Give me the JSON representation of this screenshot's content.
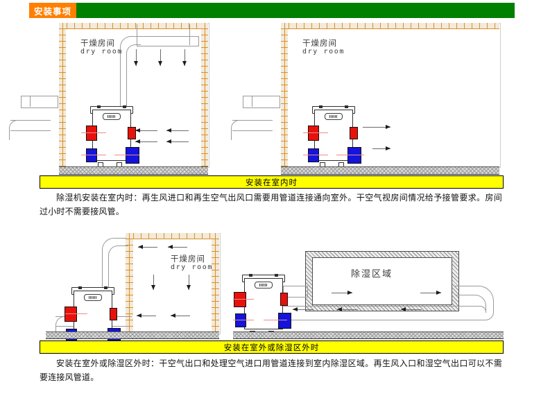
{
  "header": {
    "tab_label": "安装事项",
    "accent_orange": "#ff7f00",
    "accent_green": "#008000"
  },
  "sections": [
    {
      "id": "indoor",
      "caption_bar": "安装在室内时",
      "body_text": "除湿机安装在室内时：再生风进口和再生空气出风口需要用管道连接通向室外。干空气视房间情况给予接管要求。房间过小时不需要接风管。",
      "diagrams": [
        {
          "id": "indoor-ducted",
          "room_label_cn": "干燥房间",
          "room_label_en": "dry room",
          "has_ceiling_duct": true
        },
        {
          "id": "indoor-no-duct",
          "room_label_cn": "干燥房间",
          "room_label_en": "dry room",
          "has_ceiling_duct": false
        }
      ]
    },
    {
      "id": "outdoor",
      "caption_bar": "安装在室外或除湿区外时",
      "body_text": "安装在室外或除湿区外时：干空气出口和处理空气进口用管道连接到室内除湿区域。再生风入口和湿空气出口可以不需要连接风管道。",
      "diagrams": [
        {
          "id": "outdoor-room",
          "room_label_cn": "干燥房间",
          "room_label_en": "dry room"
        },
        {
          "id": "outdoor-zone",
          "zone_label": "除湿区域"
        }
      ]
    }
  ],
  "legend": {
    "port_hot_color": "#e8120c",
    "port_cold_color": "#1414dc",
    "brick_color": "#d98f2a",
    "caption_bar_color": "#ffff00"
  }
}
